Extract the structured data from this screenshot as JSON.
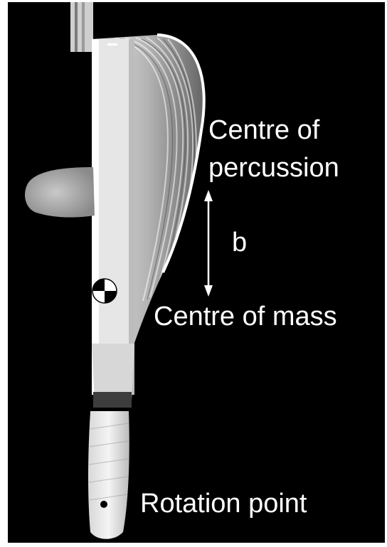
{
  "labels": {
    "centre_of_percussion_line1": "Centre of",
    "centre_of_percussion_line2": "percussion",
    "distance": "b",
    "centre_of_mass": "Centre of mass",
    "rotation_point": "Rotation point"
  },
  "colors": {
    "background": "#000000",
    "text": "#ffffff",
    "racket": "#e8e8e8"
  },
  "icons": [
    "centre-of-mass-marker-icon",
    "double-arrow-icon",
    "rotation-point-dot-icon"
  ]
}
